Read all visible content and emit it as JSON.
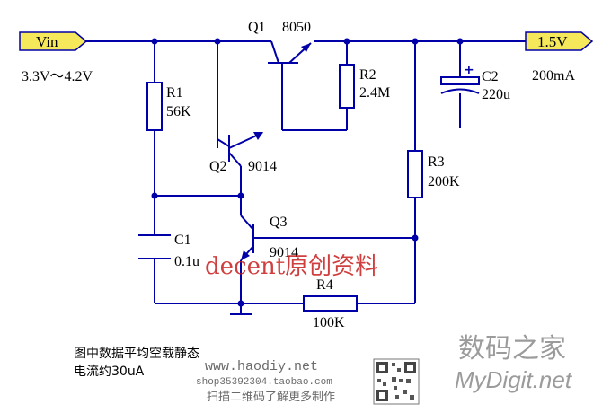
{
  "ports": {
    "vin": {
      "label": "Vin",
      "fill": "#f5e85a"
    },
    "vout": {
      "label": "1.5V",
      "fill": "#f5e85a"
    }
  },
  "input_range": "3.3V～4.2V",
  "output_current": "200mA",
  "components": {
    "q1": {
      "ref": "Q1",
      "value": "8050"
    },
    "q2": {
      "ref": "Q2",
      "value": "9014"
    },
    "q3": {
      "ref": "Q3",
      "value": "9014"
    },
    "r1": {
      "ref": "R1",
      "value": "56K"
    },
    "r2": {
      "ref": "R2",
      "value": "2.4M"
    },
    "r3": {
      "ref": "R3",
      "value": "200K"
    },
    "r4": {
      "ref": "R4",
      "value": "100K"
    },
    "c1": {
      "ref": "C1",
      "value": "0.1u"
    },
    "c2": {
      "ref": "C2",
      "value": "220u",
      "polarity": "+"
    }
  },
  "notes": {
    "line1": "图中数据平均空载静态",
    "line2": "电流约30uA"
  },
  "watermarks": {
    "decent": "decent原创资料",
    "site": "www.haodiy.net",
    "shop": "shop35392304.taobao.com",
    "scan": "扫描二维码了解更多制作",
    "brand_cn": "数码之家",
    "brand_en": "MyDigit.net"
  },
  "colors": {
    "wire": "#0000a8",
    "port_fill": "#f5e85a",
    "watermark_red": "#c81e1e",
    "polarity_plus": "#0000a8"
  }
}
